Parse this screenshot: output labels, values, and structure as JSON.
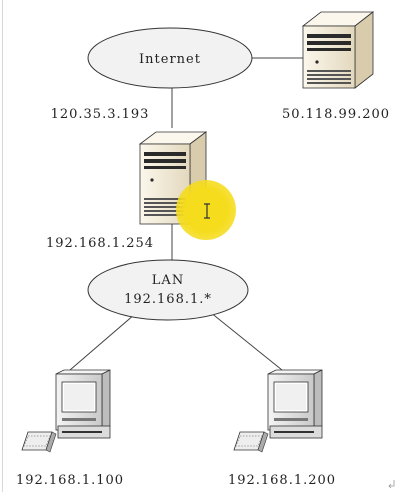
{
  "diagram": {
    "internet_label": "Internet",
    "internet_server_ip": "50.118.99.200",
    "gateway_wan_ip": "120.35.3.193",
    "gateway_lan_ip": "192.168.1.254",
    "lan_label": "LAN",
    "lan_subnet": "192.168.1.*",
    "pc1_ip": "192.168.1.100",
    "pc2_ip": "192.168.1.200"
  },
  "colors": {
    "cloud_fill": "#f2f2f2",
    "server_fill": "#f3ecd9",
    "server_dark": "#2a2a2a",
    "monitor_fill": "#e6e6e6",
    "cursor_highlight": "#f5dc1c"
  }
}
